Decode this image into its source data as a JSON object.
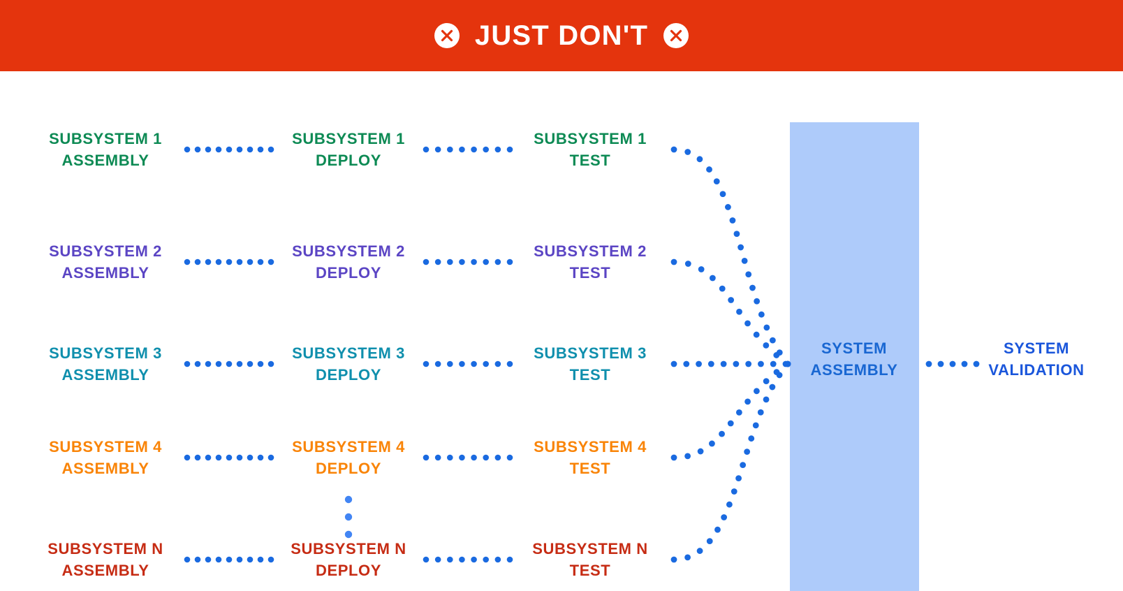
{
  "banner": {
    "title": "JUST DON'T",
    "background_color": "#e4340d",
    "text_color": "#ffffff",
    "left_icon": "circle-x-icon",
    "right_icon": "circle-x-icon"
  },
  "diagram": {
    "type": "flow",
    "connector_color": "#1a6ae0",
    "connector_style": "dotted",
    "columns": [
      "ASSEMBLY",
      "DEPLOY",
      "TEST"
    ],
    "rows": [
      {
        "id": "subsystem-1",
        "color": "#0d8a54",
        "assembly": "SUBSYSTEM 1\nASSEMBLY",
        "deploy": "SUBSYSTEM 1\nDEPLOY",
        "test": "SUBSYSTEM 1\nTEST"
      },
      {
        "id": "subsystem-2",
        "color": "#5b45c4",
        "assembly": "SUBSYSTEM 2\nASSEMBLY",
        "deploy": "SUBSYSTEM 2\nDEPLOY",
        "test": "SUBSYSTEM 2\nTEST"
      },
      {
        "id": "subsystem-3",
        "color": "#0f8fad",
        "assembly": "SUBSYSTEM 3\nASSEMBLY",
        "deploy": "SUBSYSTEM 3\nDEPLOY",
        "test": "SUBSYSTEM 3\nTEST"
      },
      {
        "id": "subsystem-4",
        "color": "#f98407",
        "assembly": "SUBSYSTEM 4\nASSEMBLY",
        "deploy": "SUBSYSTEM 4\nDEPLOY",
        "test": "SUBSYSTEM 4\nTEST"
      },
      {
        "id": "subsystem-n",
        "color": "#c62c14",
        "assembly": "SUBSYSTEM N\nASSEMBLY",
        "deploy": "SUBSYSTEM N\nDEPLOY",
        "test": "SUBSYSTEM N\nTEST"
      }
    ],
    "ellipsis": {
      "dots": 3,
      "color": "#4285f4"
    },
    "system_assembly": {
      "label_line1": "SYSTEM",
      "label_line2": "ASSEMBLY",
      "text_color": "#1967d2",
      "block_color": "#aecbfa"
    },
    "system_validation": {
      "label_line1": "SYSTEM",
      "label_line2": "VALIDATION",
      "text_color": "#1a56db"
    }
  }
}
